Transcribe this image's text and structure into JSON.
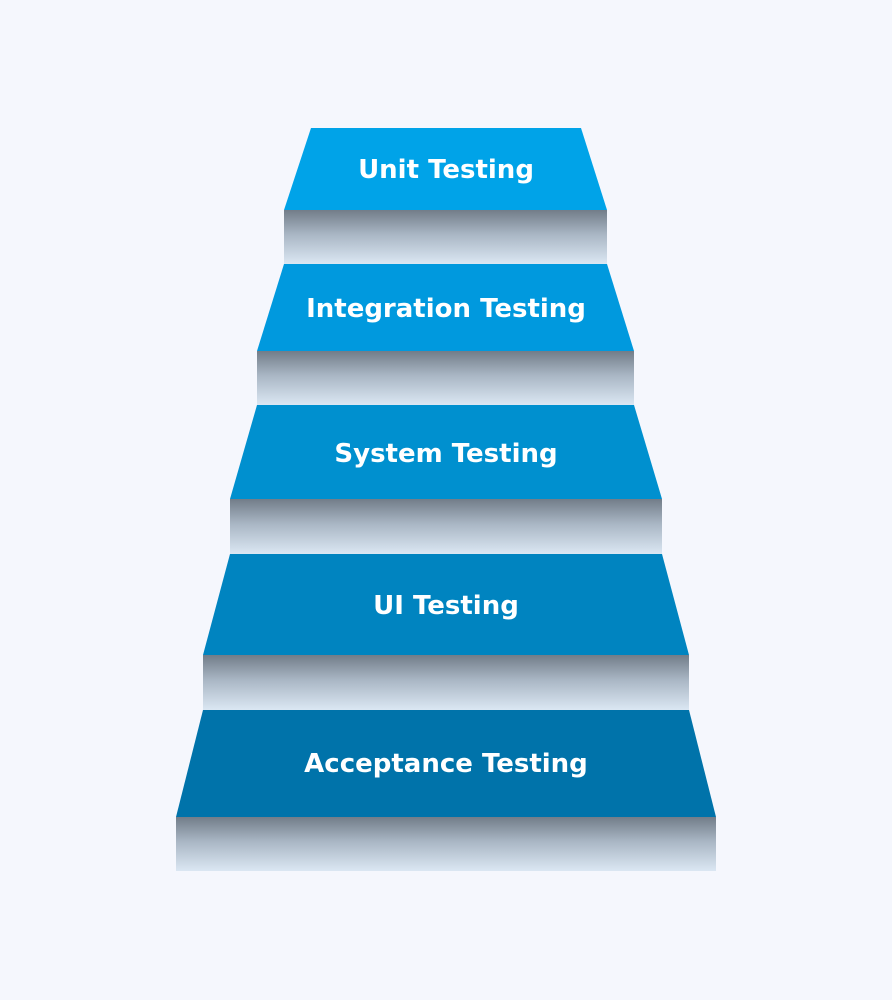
{
  "diagram": {
    "levels": [
      {
        "label": "Unit Testing",
        "color": "#00a3e8"
      },
      {
        "label": "Integration Testing",
        "color": "#0099de"
      },
      {
        "label": "System Testing",
        "color": "#0090cf"
      },
      {
        "label": "UI Testing",
        "color": "#0084c0"
      },
      {
        "label": "Acceptance Testing",
        "color": "#0073aa"
      }
    ],
    "riser_gradient": [
      "#727d89",
      "#a9b6c4",
      "#dbe7f3"
    ]
  }
}
